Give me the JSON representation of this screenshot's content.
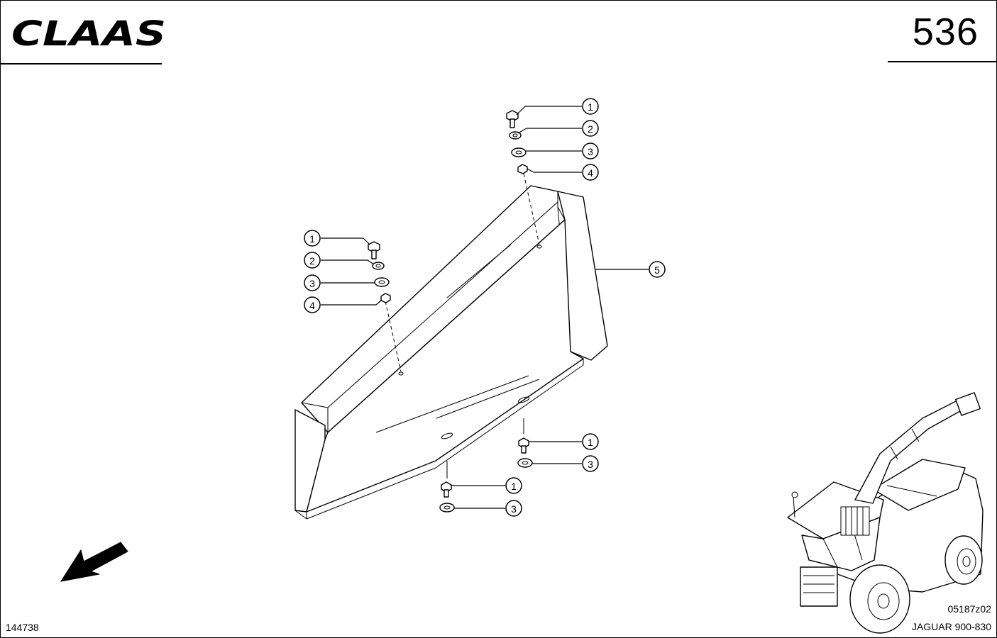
{
  "header": {
    "brand": "CLAAS",
    "page_number": "536"
  },
  "footer": {
    "drawing_number": "144738",
    "figure_code": "05187z02",
    "model": "JAGUAR 900-830"
  },
  "callouts": [
    {
      "number": "1"
    },
    {
      "number": "2"
    },
    {
      "number": "3"
    },
    {
      "number": "4"
    },
    {
      "number": "5"
    },
    {
      "number": "1"
    },
    {
      "number": "2"
    },
    {
      "number": "3"
    },
    {
      "number": "4"
    },
    {
      "number": "1"
    },
    {
      "number": "3"
    },
    {
      "number": "1"
    },
    {
      "number": "3"
    }
  ]
}
